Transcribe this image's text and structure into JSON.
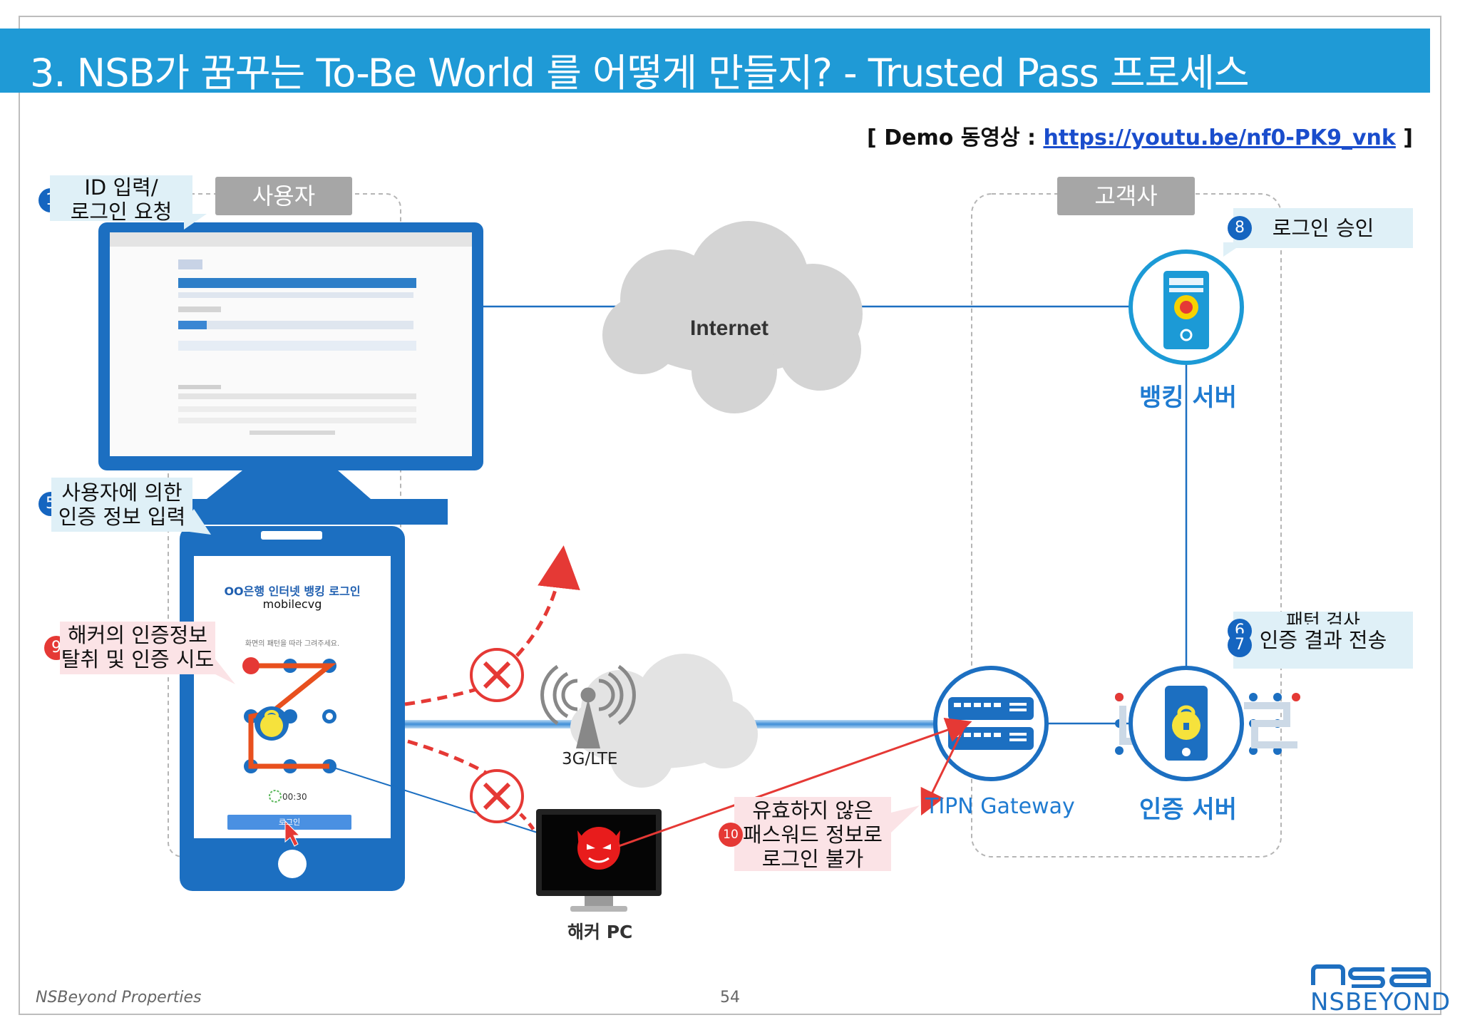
{
  "title": "3. NSB가 꿈꾸는 To-Be World 를  어떻게 만들지? - Trusted Pass 프로세스",
  "demo": {
    "prefix": "[ Demo 동영상 : ",
    "link": "https://youtu.be/nf0-PK9_vnk",
    "suffix": " ]"
  },
  "tags": {
    "user": "사용자",
    "customer": "고객사"
  },
  "steps": {
    "s1": {
      "num": "1",
      "line1": "ID 입력/",
      "line2": "로그인 요청"
    },
    "s5": {
      "num": "5",
      "line1": "사용자에 의한",
      "line2": "인증 정보 입력"
    },
    "s8": {
      "num": "8",
      "label": "로그인 승인"
    },
    "s6": {
      "num": "6",
      "label": "패턴 검사"
    },
    "s7": {
      "num": "7",
      "label": "인증 결과 전송"
    },
    "s9": {
      "num": "9",
      "line1": "해커의 인증정보",
      "line2": "탈취 및 인증 시도"
    },
    "s10": {
      "num": "10",
      "line1": "유효하지 않은",
      "line2": "패스워드 정보로",
      "line3": "로그인 불가"
    }
  },
  "network": {
    "internet": "Internet",
    "mobile": "3G/LTE"
  },
  "nodes": {
    "banking": "뱅킹 서버",
    "auth": "인증 서버",
    "gateway": "TIPN Gateway",
    "hacker": "해커 PC"
  },
  "phone": {
    "bank_title": "OO은행 인터넷 뱅킹 로그인",
    "user_id": "mobilecvg",
    "instruction": "화면의 패턴을 따라 그려주세요.",
    "timer": "00:30",
    "login_button": "로그인"
  },
  "footer": {
    "left": "NSBeyond Properties",
    "page": "54",
    "logo": "NSBEYOND"
  },
  "colors": {
    "title_bar": "#1f9ad6",
    "primary_blue": "#1565c0",
    "label_blue": "#1f7bd1",
    "alert_red": "#e53935",
    "callout_bg": "#dff0f7"
  }
}
